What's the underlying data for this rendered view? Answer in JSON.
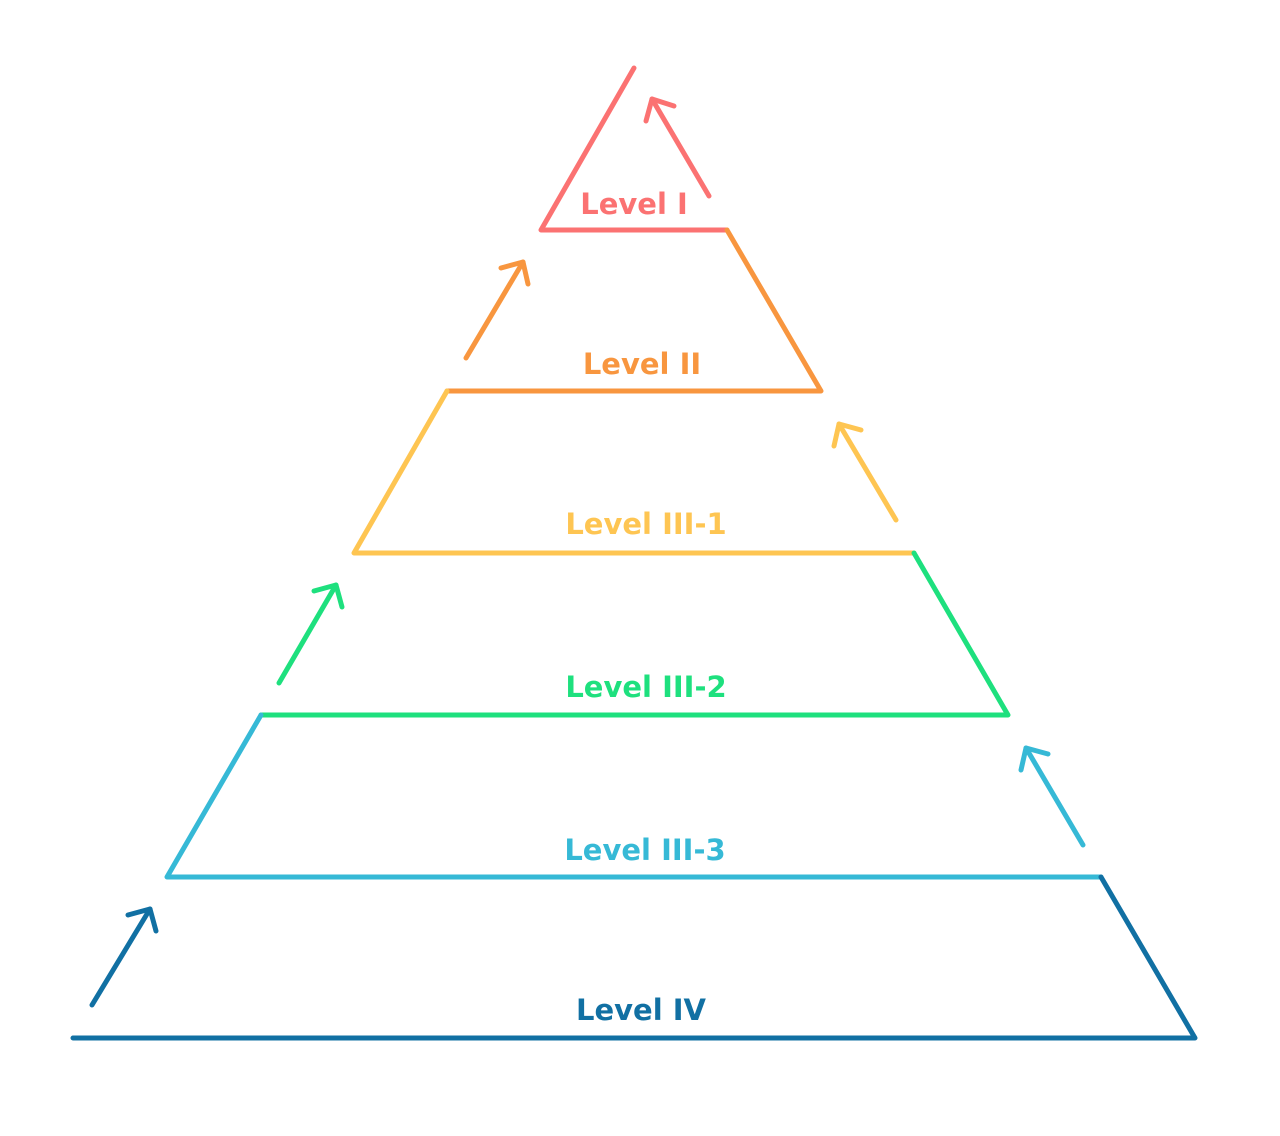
{
  "diagram": {
    "levels": [
      {
        "id": "level-1",
        "label": "Level I",
        "color": "#fb7272"
      },
      {
        "id": "level-2",
        "label": "Level II",
        "color": "#f8963f"
      },
      {
        "id": "level-3-1",
        "label": "Level III-1",
        "color": "#fec552"
      },
      {
        "id": "level-3-2",
        "label": "Level III-2",
        "color": "#1ee07e"
      },
      {
        "id": "level-3-3",
        "label": "Level III-3",
        "color": "#36b9d6"
      },
      {
        "id": "level-4",
        "label": "Level IV",
        "color": "#1170a3"
      }
    ]
  }
}
